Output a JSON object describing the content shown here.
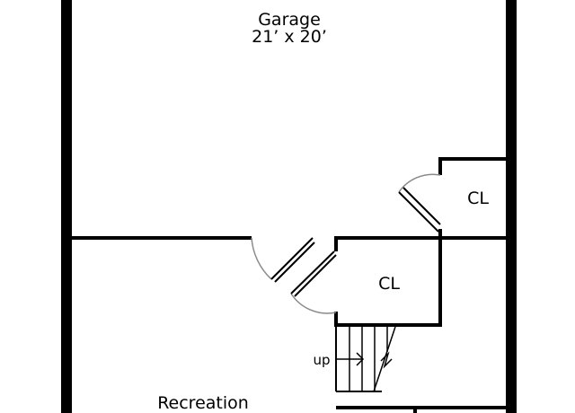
{
  "rooms": {
    "garage": {
      "name": "Garage",
      "dimensions": "21’ x 20’"
    },
    "closet_upper": {
      "name": "CL"
    },
    "closet_lower": {
      "name": "CL"
    },
    "recreation": {
      "name": "Recreation"
    }
  },
  "stairs": {
    "direction_label": "up"
  },
  "colors": {
    "wall": "#000000",
    "door_swing": "#8a8a8a",
    "background": "#ffffff"
  }
}
